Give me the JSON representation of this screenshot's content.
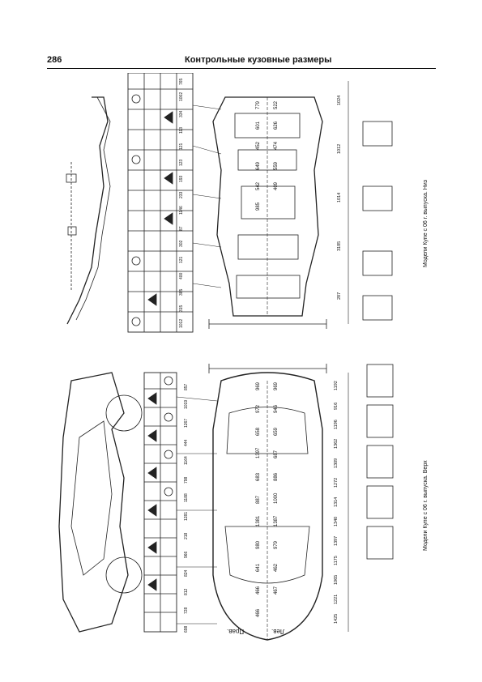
{
  "header": {
    "page_number": "286",
    "title": "Контрольные кузовные размеры"
  },
  "labels": {
    "upper_caption": "Модели Купе с 06 г. выпуска. Низ",
    "lower_caption": "Модели Купе с 06 г. выпуска. Верх",
    "direction_right": "Прав.",
    "direction_left": "Лев."
  },
  "upper_diagram": {
    "table_values": [
      "765",
      "1002",
      "334",
      "113",
      "121",
      "123",
      "193",
      "233",
      "1146",
      "87",
      "302",
      "121",
      "400",
      "385",
      "315",
      "1012"
    ],
    "dims": [
      "779",
      "522",
      "601",
      "626",
      "452",
      "474",
      "649",
      "559",
      "542",
      "409",
      "985"
    ],
    "side_values": [
      "1024",
      "1012",
      "1014",
      "3185",
      "287"
    ]
  },
  "lower_diagram": {
    "table_values": [
      "857",
      "1019",
      "1267",
      "444",
      "1164",
      "798",
      "1188",
      "1281",
      "218",
      "966",
      "824",
      "812",
      "728",
      "698"
    ],
    "dims": [
      "969",
      "969",
      "972",
      "946",
      "658",
      "659",
      "1397",
      "687",
      "683",
      "886",
      "887",
      "1000",
      "1381",
      "1387",
      "980",
      "979",
      "641",
      "462",
      "466",
      "467",
      "466"
    ],
    "side_values": [
      "1192",
      "916",
      "1196",
      "1362",
      "1309",
      "1272",
      "1314",
      "1340",
      "1397",
      "1175",
      "1065",
      "1221",
      "1425"
    ]
  }
}
